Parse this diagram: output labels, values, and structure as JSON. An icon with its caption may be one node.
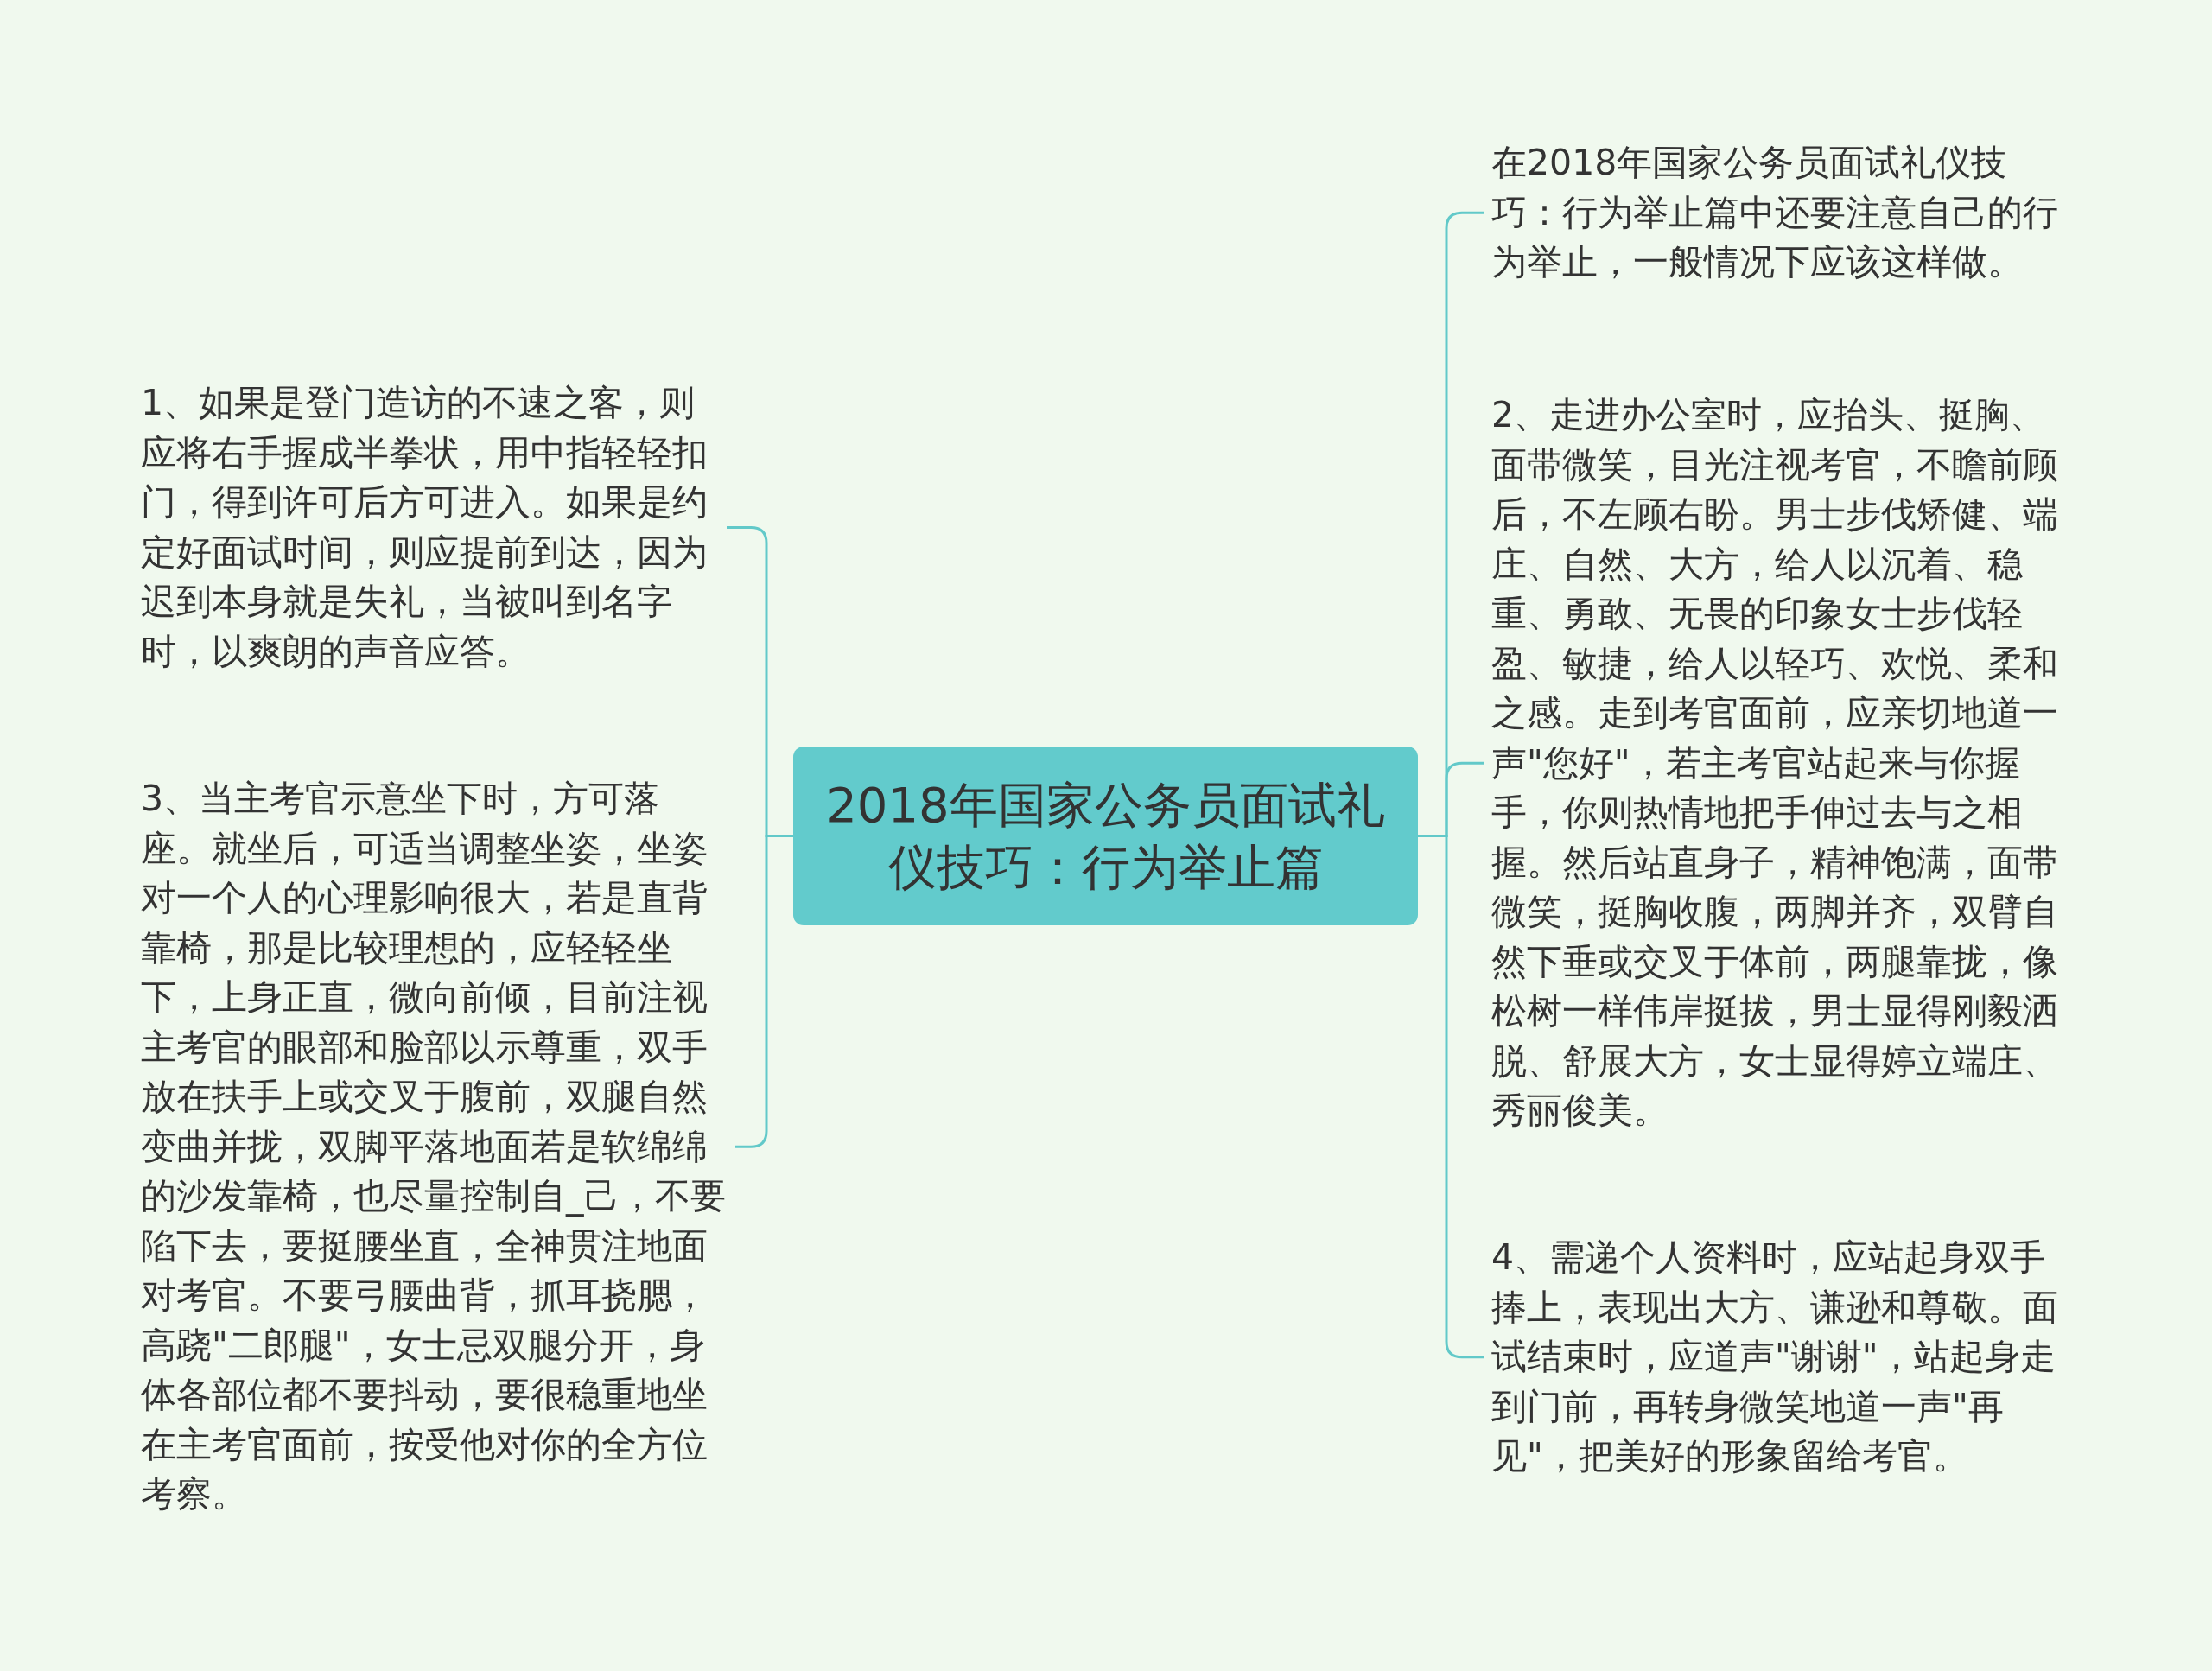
{
  "diagram": {
    "nodes": [
      {
        "text": [
          "2018年国家公务员面试礼仪技巧：行为举止篇"
        ]
      },
      {
        "text": [
          "1、如果是登门造访的不速之客，则应将右手握成半拳状，用中指轻轻扣门，得到许可后方可进入。如果是约定好面试时间，则应提前到达，因为迟到本身就是失礼，当被叫到名字时，以爽朗的声音应答。"
        ]
      },
      {
        "text": [
          "3、当主考官示意坐下时，方可落座。就坐后，可适当调整坐姿，坐姿对一个人的心理影响很大，若是直背靠椅，那是比较理想的，应轻轻坐下，上身正直，微向前倾，目前注视主考官的眼部和脸部以示尊重，双手放在扶手上或交叉于腹前，双腿自然变曲并拢，双脚平落地面若是软绵绵的沙发靠椅，也尽量控制自_己，不要陷下去，要挺腰坐直，全神贯注地面对考官。不要弓腰曲背，抓耳挠腮，高跷\"二郎腿\"，女士忌双腿分开，身体各部位都不要抖动，要很稳重地坐在主考官面前，按受他对你的全方位考察。"
        ]
      },
      {
        "text": [
          "在2018年国家公务员面试礼仪技巧：行为举止篇中还要注意自己的行为举止，一般情况下应该这样做。"
        ]
      },
      {
        "text": [
          "2、走进办公室时，应抬头、挺胸、面带微笑，目光注视考官，不瞻前顾后，不左顾右盼。男士步伐矫健、端庄、自然、大方，给人以沉着、稳重、勇敢、无畏的印象女士步伐轻盈、敏捷，给人以轻巧、欢悦、柔和之感。走到考官面前，应亲切地道一声\"您好\"，若主考官站起来与你握手，你则热情地把手伸过去与之相握。然后站直身子，精神饱满，面带微笑，挺胸收腹，两脚并齐，双臂自然下垂或交叉于体前，两腿靠拢，像松树一样伟岸挺拔，男士显得刚毅洒脱、舒展大方，女士显得婷立端庄、秀丽俊美。"
        ]
      },
      {
        "text": [
          "4、需递个人资料时，应站起身双手捧上，表现出大方、谦逊和尊敬。面试结束时，应道声\"谢谢\"，站起身走到门前，再转身微笑地道一声\"再见\"，把美好的形象留给考官。"
        ]
      }
    ],
    "edges": [
      {
        "from": 0,
        "to": 1,
        "arrow": "none"
      },
      {
        "from": 0,
        "to": 2,
        "arrow": "none"
      },
      {
        "from": 0,
        "to": 3,
        "arrow": "none"
      },
      {
        "from": 0,
        "to": 4,
        "arrow": "none"
      },
      {
        "from": 0,
        "to": 5,
        "arrow": "none"
      }
    ]
  }
}
